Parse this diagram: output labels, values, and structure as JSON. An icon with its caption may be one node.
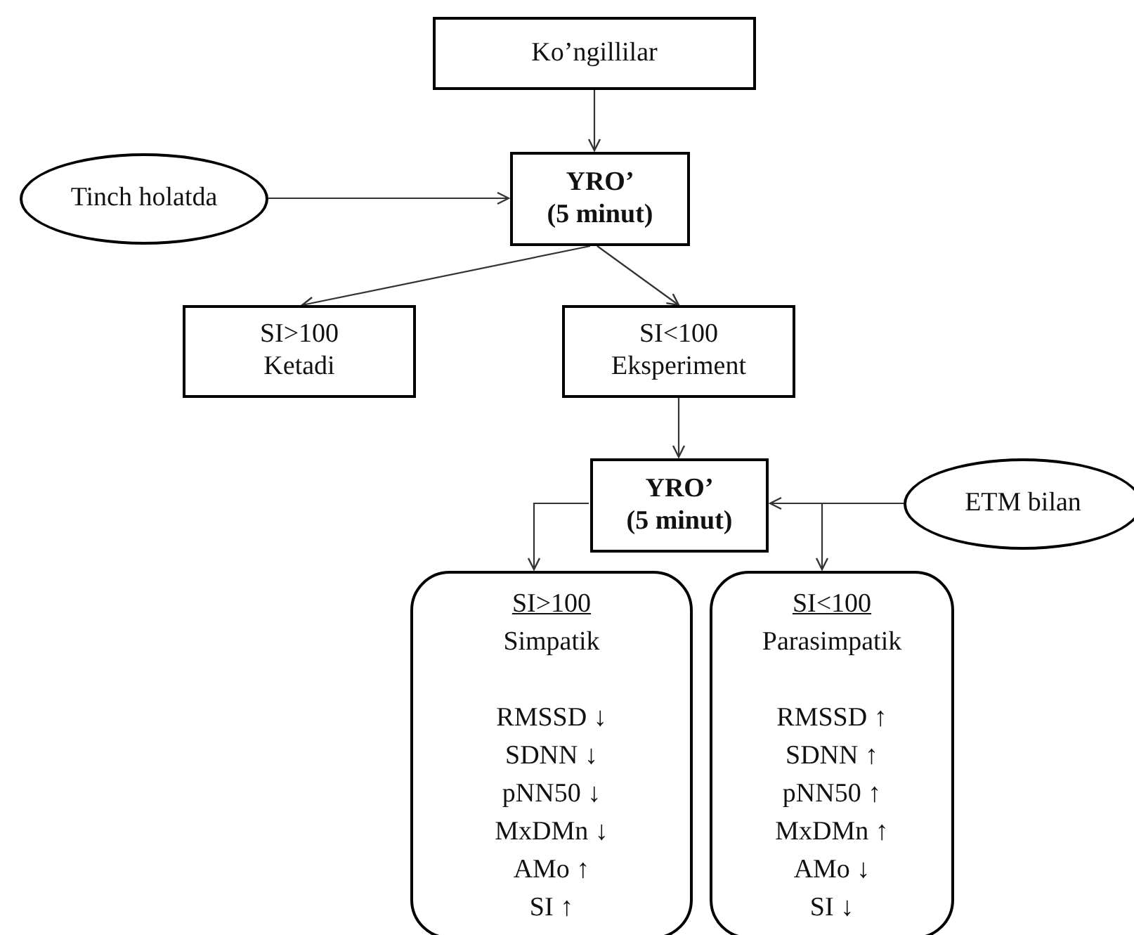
{
  "diagram": {
    "nodes": [
      {
        "text": [
          "Ko’ngillilar"
        ]
      },
      {
        "text": [
          "Tinch holatda"
        ]
      },
      {
        "text": [
          "YRO’",
          "(5 minut)"
        ]
      },
      {
        "text": [
          "SI>100",
          "Ketadi"
        ]
      },
      {
        "text": [
          "SI<100",
          "Eksperiment"
        ]
      },
      {
        "text": [
          "YRO’",
          "(5 minut)"
        ]
      },
      {
        "text": [
          "ETM bilan"
        ]
      },
      {
        "text": [
          "SI>100",
          "Simpatik",
          "RMSSD ↓",
          "SDNN ↓",
          "pNN50 ↓",
          "MxDMn ↓",
          "AMo ↑",
          "SI ↑"
        ]
      },
      {
        "text": [
          "SI<100",
          "Parasimpatik",
          "RMSSD ↑",
          "SDNN ↑",
          "pNN50 ↑",
          "MxDMn ↑",
          "AMo ↓",
          "SI ↓"
        ]
      }
    ],
    "edges": [
      {
        "from": 0,
        "to": 2,
        "arrow": "to"
      },
      {
        "from": 1,
        "to": 2,
        "arrow": "to"
      },
      {
        "from": 2,
        "to": 3,
        "arrow": "to"
      },
      {
        "from": 2,
        "to": 4,
        "arrow": "to"
      },
      {
        "from": 4,
        "to": 5,
        "arrow": "to"
      },
      {
        "from": 6,
        "to": 5,
        "arrow": "to"
      },
      {
        "from": 6,
        "to": 8,
        "arrow": "to"
      },
      {
        "from": 5,
        "to": 7,
        "arrow": "to"
      }
    ]
  }
}
